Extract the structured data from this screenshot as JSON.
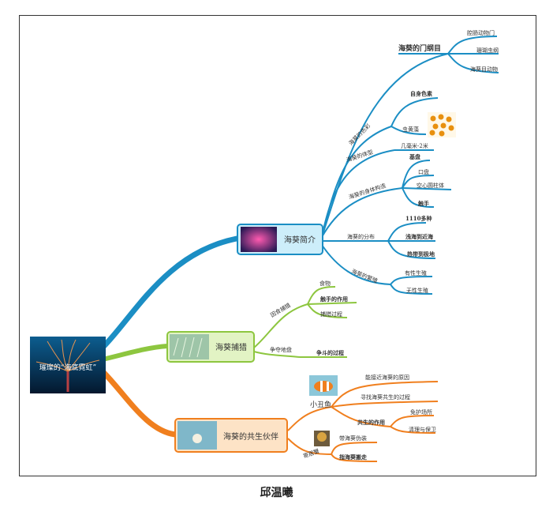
{
  "author": "邱温曦",
  "root": {
    "label": "璀璨的“海底霓虹”"
  },
  "intro": {
    "label": "海葵简介",
    "branches": {
      "taxonomy": {
        "label": "海葵的门纲目",
        "items": [
          "腔肠动物门",
          "珊瑚虫纲",
          "海葵目动物"
        ]
      },
      "color": {
        "label": "海葵的色彩",
        "items": [
          "自身色素",
          "虫黄藻"
        ]
      },
      "size": {
        "label": "海葵的体型",
        "items": [
          "几毫米-2米"
        ]
      },
      "structure": {
        "label": "海葵的身体构造",
        "items": [
          "基盘",
          "口盘",
          "空心圆柱体",
          "触手"
        ]
      },
      "distribution": {
        "label": "海葵的分布",
        "items": [
          "1110多种",
          "浅海到近海",
          "热带到极地"
        ]
      },
      "reproduction": {
        "label": "海葵的繁殖",
        "items": [
          "有性生殖",
          "无性生殖"
        ]
      }
    }
  },
  "hunting": {
    "label": "海葵捕猎",
    "branches": {
      "food": {
        "label": "因食捕猎",
        "items": [
          "食物",
          "触手的作用",
          "捕猎过程"
        ]
      },
      "fight": {
        "label": "争夺地盘",
        "items": [
          "争斗的过程"
        ]
      }
    }
  },
  "partners": {
    "label": "海葵的共生伙伴",
    "branches": {
      "clownfish": {
        "label": "小丑鱼",
        "items": [
          "能接近海葵的原因",
          "寻找海葵共生的过程",
          "共生的作用"
        ],
        "sub": [
          "免护场所",
          "清理与保卫"
        ]
      },
      "hermit": {
        "label": "寄居蟹",
        "items": [
          "带海葵伪装",
          "指海葵搬走"
        ]
      }
    }
  },
  "colors": {
    "blue": "#1b8ec4",
    "green": "#8dc63f",
    "orange": "#f07f1e",
    "introFill": "#cdeefa",
    "huntFill": "#e2f3c4",
    "partnerFill": "#fde3c6"
  }
}
